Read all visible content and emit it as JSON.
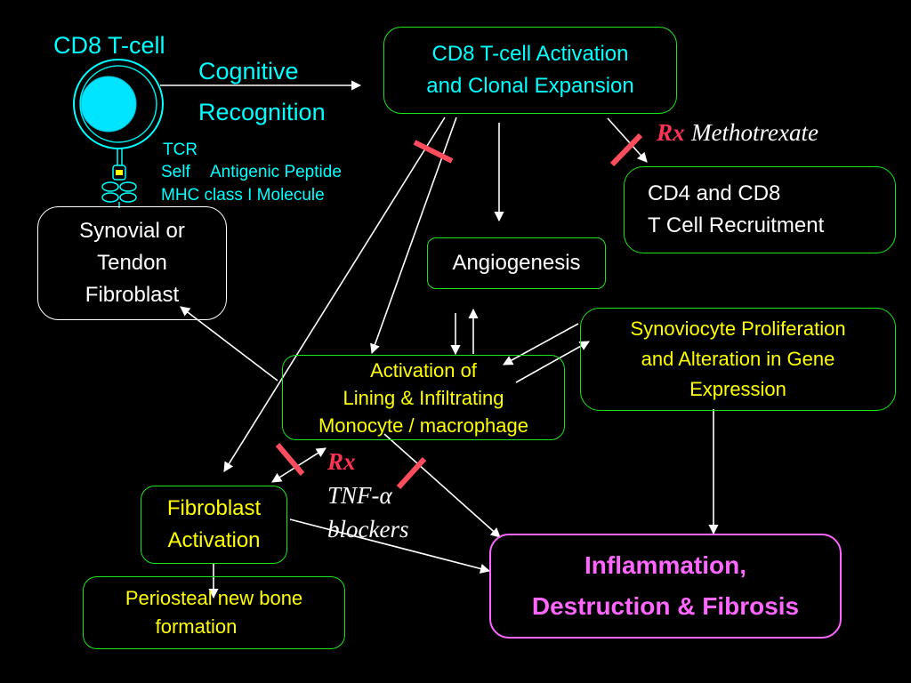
{
  "colors": {
    "background": "#000000",
    "box_border": "#19e619",
    "yellow_text": "#ffff00",
    "cyan_text": "#00ffff",
    "pink": "#ff66ff",
    "block_mark": "#ff4d5e"
  },
  "cell": {
    "title": "CD8 T-cell",
    "tcr": "TCR",
    "self": "Self",
    "peptide": "Antigenic Peptide",
    "mhc": "MHC class I Molecule"
  },
  "cognitive": {
    "line1": "Cognitive",
    "line2": "Recognition"
  },
  "nodes": {
    "activation": {
      "line1": "CD8 T-cell Activation",
      "line2": "and Clonal Expansion"
    },
    "recruitment": {
      "line1": "CD4 and CD8",
      "line2": "T Cell Recruitment"
    },
    "synovial": {
      "line1": "Synovial or",
      "line2": "Tendon",
      "line3": "Fibroblast"
    },
    "angiogenesis": {
      "label": "Angiogenesis"
    },
    "synoviocyte": {
      "line1": "Synoviocyte Proliferation",
      "line2": "and Alteration in Gene",
      "line3": "Expression"
    },
    "monocyte": {
      "line1": "Activation of",
      "line2": "Lining & Infiltrating",
      "line3": "Monocyte / macrophage"
    },
    "fibroblast": {
      "line1": "Fibroblast",
      "line2": "Activation"
    },
    "periosteal": {
      "line1": "Periosteal new bone",
      "line2": "formation"
    },
    "inflammation": {
      "line1": "Inflammation,",
      "line2": "Destruction & Fibrosis"
    }
  },
  "rx": {
    "methotrexate": {
      "rx": "Rx",
      "drug": "Methotrexate"
    },
    "tnf": {
      "rx": "Rx",
      "line1": "TNF-α",
      "line2": "blockers"
    }
  }
}
